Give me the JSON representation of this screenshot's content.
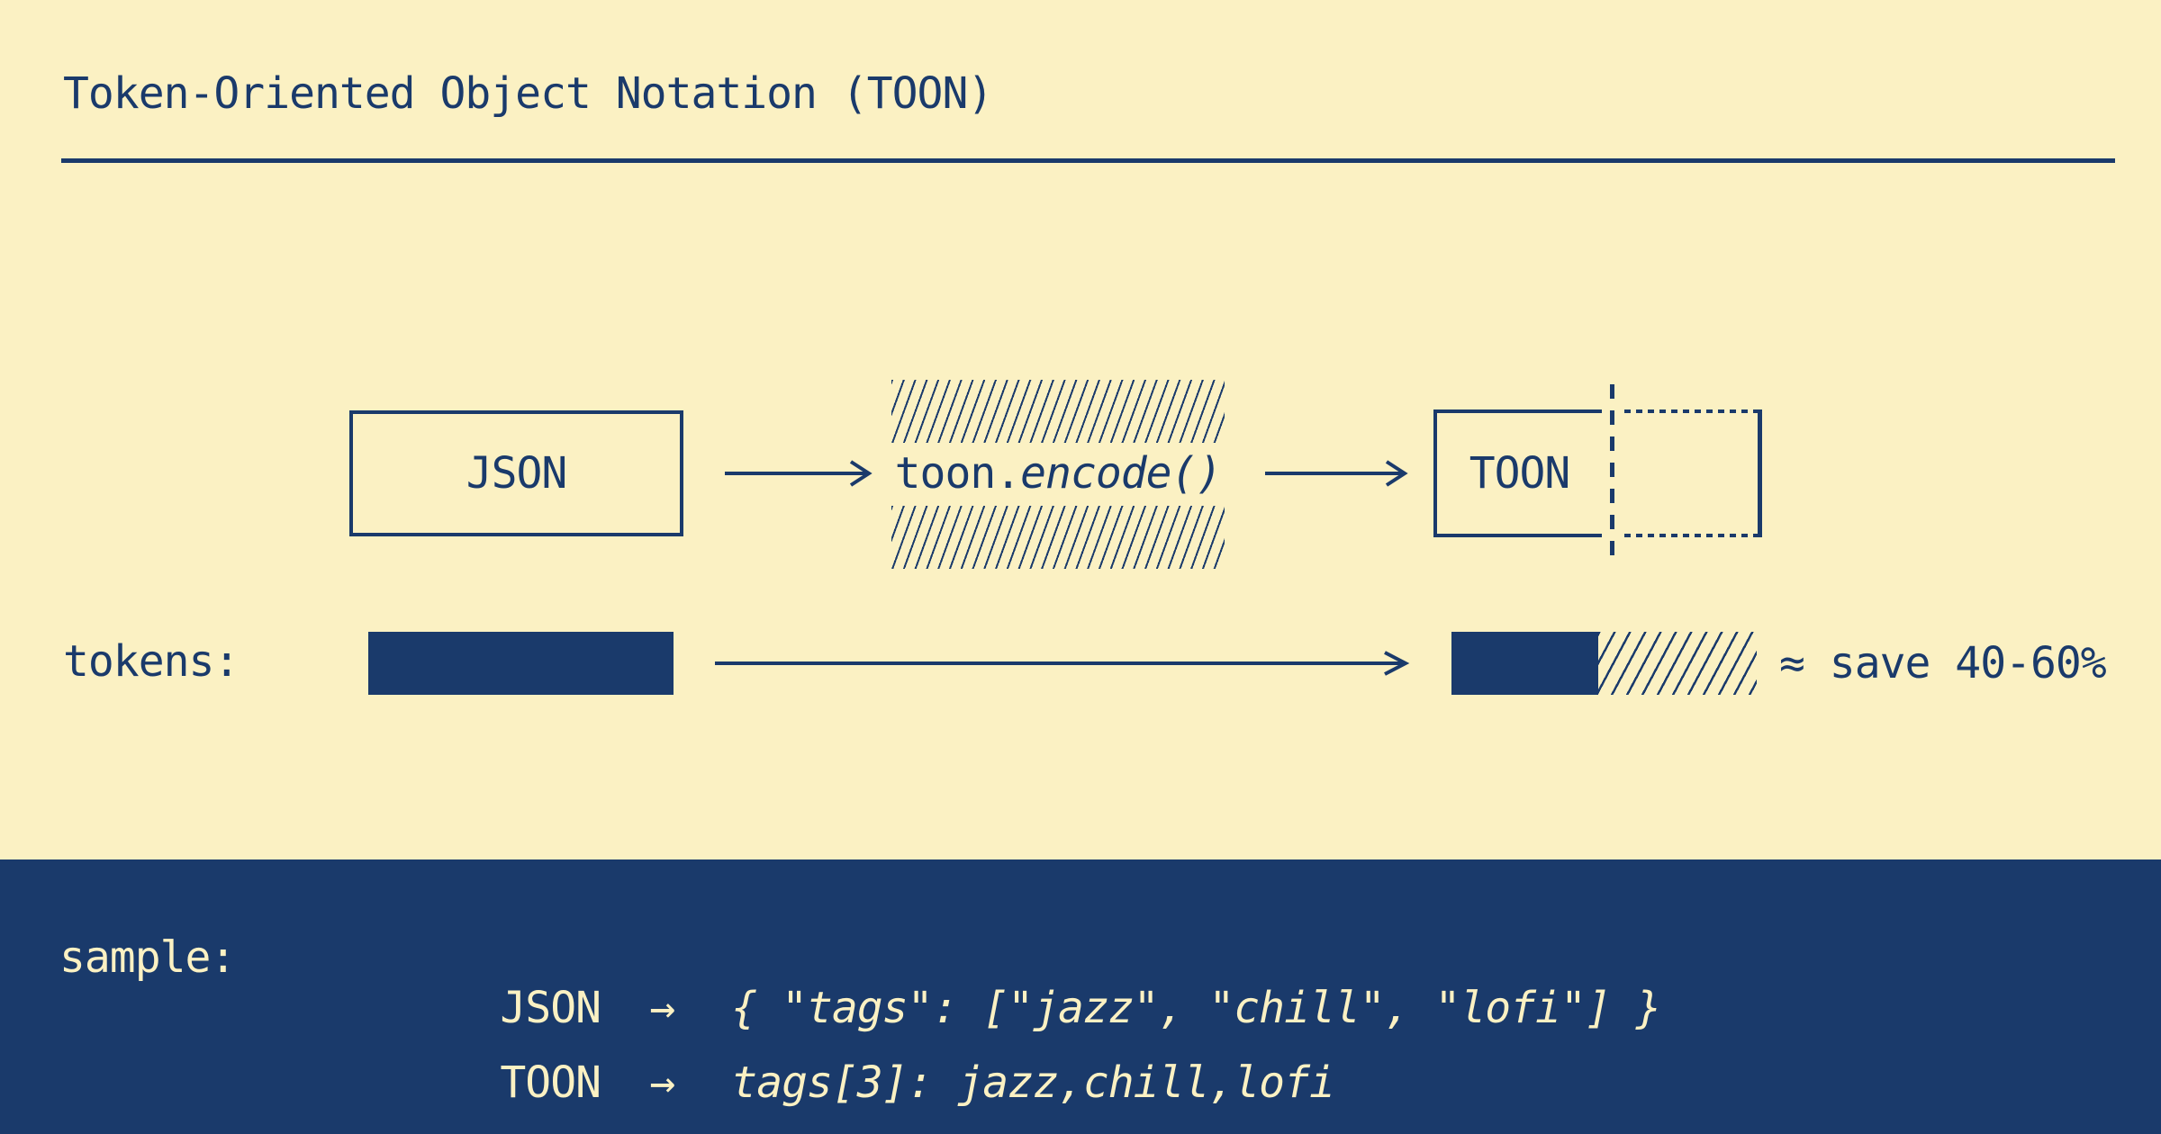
{
  "colors": {
    "background_cream": "#FBF1C3",
    "ink_navy": "#1A3A6B"
  },
  "header": {
    "title": "Token-Oriented Object Notation (TOON)"
  },
  "flow": {
    "input_label": "JSON",
    "encoder_prefix": "toon.",
    "encoder_call": "encode()",
    "output_label": "TOON"
  },
  "tokens_row": {
    "label": "tokens:",
    "savings_note": "≈ save 40-60%"
  },
  "sample": {
    "label": "sample:",
    "rows": [
      {
        "format": "JSON",
        "arrow": "→",
        "code": "{ \"tags\": [\"jazz\", \"chill\", \"lofi\"] }"
      },
      {
        "format": "TOON",
        "arrow": "→",
        "code": "tags[3]: jazz,chill,lofi"
      }
    ]
  }
}
